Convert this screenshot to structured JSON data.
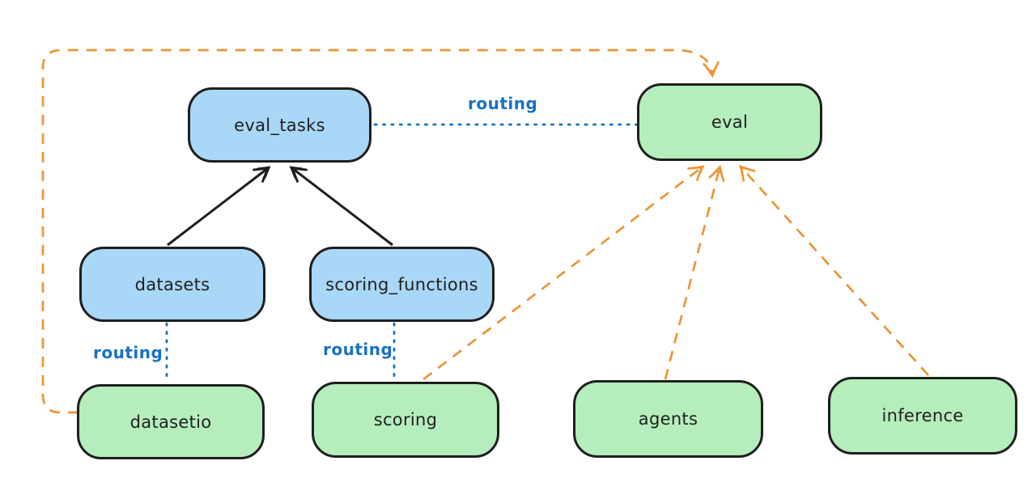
{
  "diagram": {
    "background": "#ffffff",
    "colors": {
      "node_blue_fill": "#a9d7f7",
      "node_green_fill": "#b5edbc",
      "node_stroke": "#1f1f1f",
      "routing_blue": "#1971c2",
      "dashed_orange": "#ec9434",
      "solid_black": "#1f1f1f"
    },
    "nodes": {
      "eval_tasks": {
        "label": "eval_tasks",
        "color": "blue"
      },
      "eval": {
        "label": "eval",
        "color": "green"
      },
      "datasets": {
        "label": "datasets",
        "color": "blue"
      },
      "scoring_functions": {
        "label": "scoring_functions",
        "color": "blue"
      },
      "datasetio": {
        "label": "datasetio",
        "color": "green"
      },
      "scoring": {
        "label": "scoring",
        "color": "green"
      },
      "agents": {
        "label": "agents",
        "color": "green"
      },
      "inference": {
        "label": "inference",
        "color": "green"
      }
    },
    "edge_labels": {
      "routing_top": "routing",
      "routing_datasets": "routing",
      "routing_scoring": "routing"
    },
    "edges": [
      {
        "from": "datasets",
        "to": "eval_tasks",
        "style": "solid-arrow",
        "color": "#1f1f1f"
      },
      {
        "from": "scoring_functions",
        "to": "eval_tasks",
        "style": "solid-arrow",
        "color": "#1f1f1f"
      },
      {
        "from": "eval_tasks",
        "to": "eval",
        "style": "dotted-line",
        "label": "routing",
        "color": "#1971c2"
      },
      {
        "from": "datasets",
        "to": "datasetio",
        "style": "dotted-line",
        "label": "routing",
        "color": "#1971c2"
      },
      {
        "from": "scoring_functions",
        "to": "scoring",
        "style": "dotted-line",
        "label": "routing",
        "color": "#1971c2"
      },
      {
        "from": "datasetio",
        "to": "eval",
        "style": "dashed-arrow",
        "color": "#ec9434"
      },
      {
        "from": "scoring",
        "to": "eval",
        "style": "dashed-arrow",
        "color": "#ec9434"
      },
      {
        "from": "agents",
        "to": "eval",
        "style": "dashed-arrow",
        "color": "#ec9434"
      },
      {
        "from": "inference",
        "to": "eval",
        "style": "dashed-arrow",
        "color": "#ec9434"
      }
    ]
  }
}
